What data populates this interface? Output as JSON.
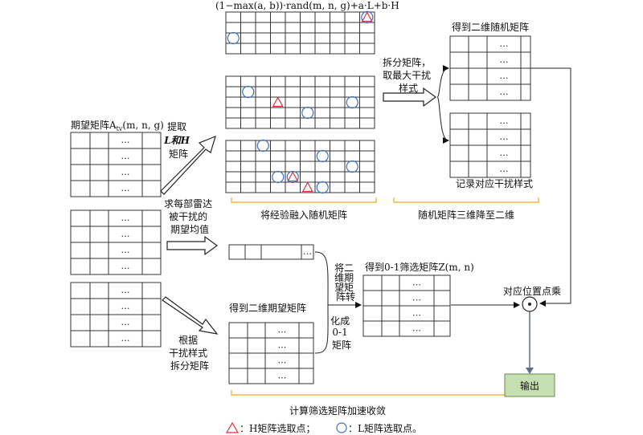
{
  "formula": "(1−max(a, b))·rand(m, n, g)+a·L+b·H",
  "ellipsis": "…",
  "labels": {
    "expected_matrix": "期望矩阵A",
    "expected_matrix_sub": "tv",
    "expected_matrix_args": "(m, n, g)",
    "extract_lh": [
      "提取",
      "L和H",
      "矩阵"
    ],
    "mean_per_radar": [
      "求每部雷达",
      "被干扰的",
      "期望均值"
    ],
    "split_by_pattern": [
      "根据",
      "干扰样式",
      "拆分矩阵"
    ],
    "split_max": [
      "拆分矩阵，",
      "取最大干扰",
      "样式"
    ],
    "get_2d_random": "得到二维随机矩阵",
    "record_pattern": "记录对应干扰样式",
    "fuse_experience": "将经验融入随机矩阵",
    "reduce_dims": "随机矩阵三维降至二维",
    "get_2d_expected": "得到二维期望矩阵",
    "convert_a": [
      "将二",
      "维期",
      "望矩",
      "阵转"
    ],
    "convert_b": [
      "化成",
      "0-1",
      "矩阵"
    ],
    "get_z": "得到0-1筛选矩阵Z(m, n)",
    "pointwise": "对应位置点乘",
    "output": "输出",
    "accelerate": "计算筛选矩阵加速收敛"
  },
  "legend": {
    "h_label": "：H矩阵选取点；",
    "l_label": "：L矩阵选取点。"
  },
  "colors": {
    "triangle": "#e0303a",
    "circle": "#3c6fc0",
    "bracket": "#f0b93c",
    "output_fill": "#c6dfb2",
    "output_stroke": "#6a8a4a",
    "arrow_line": "#5a6f86"
  }
}
